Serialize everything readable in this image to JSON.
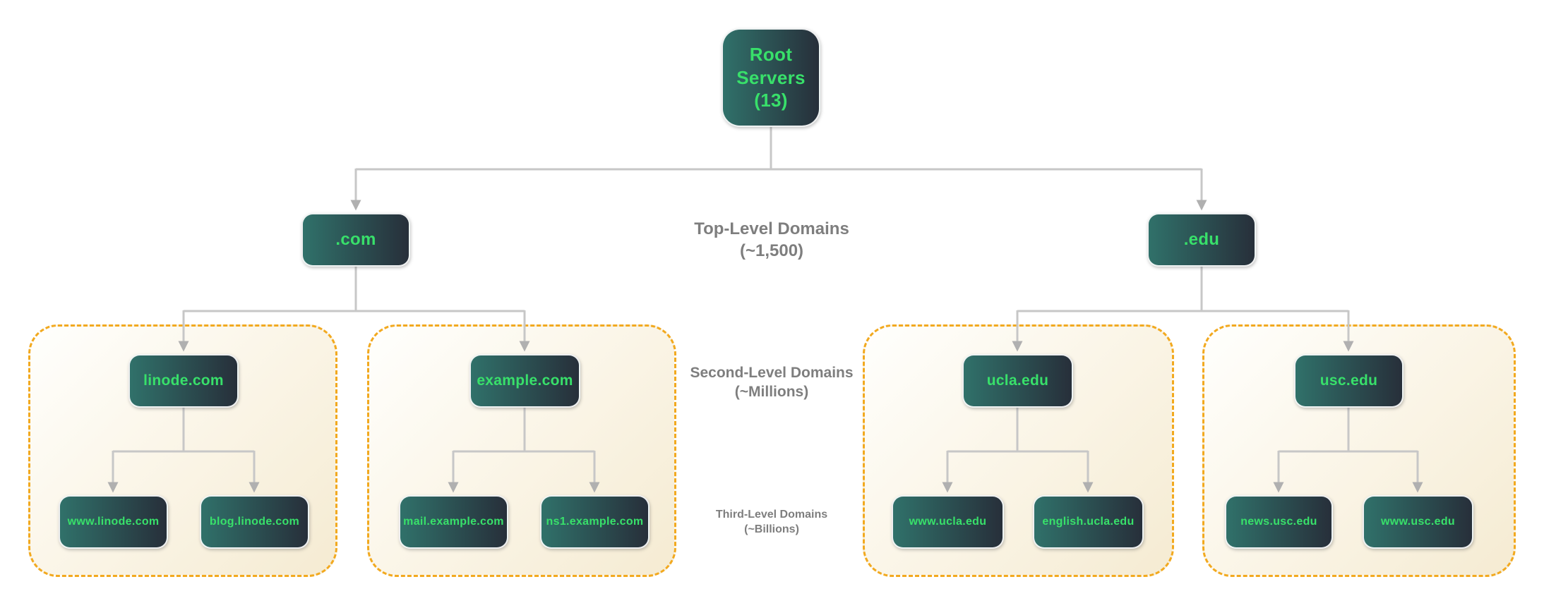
{
  "diagram_type": "dns-hierarchy-tree",
  "colors": {
    "node_gradient_start": "#30716a",
    "node_gradient_end": "#272f3a",
    "node_text_green": "#38e06a",
    "cluster_border": "#f2a91f",
    "cluster_bg_start": "#fffffd",
    "cluster_bg_end": "#f5ebd2",
    "edge_line": "#c7c7c7",
    "edge_arrow": "#b0b0b0",
    "level_label_gray": "#7e7e7e",
    "background": "#ffffff"
  },
  "nodes": {
    "root": "Root Servers (13)",
    "com": ".com",
    "edu": ".edu",
    "linode": "linode.com",
    "example": "example.com",
    "ucla": "ucla.edu",
    "usc": "usc.edu",
    "www_linode": "www.linode.com",
    "blog_linode": "blog.linode.com",
    "mail_example": "mail.example.com",
    "ns1_example": "ns1.example.com",
    "www_ucla": "www.ucla.edu",
    "english_ucla": "english.ucla.edu",
    "news_usc": "news.usc.edu",
    "www_usc": "www.usc.edu"
  },
  "level_labels": {
    "tld": {
      "title": "Top-Level Domains",
      "count": "(~1,500)"
    },
    "sld": {
      "title": "Second-Level Domains",
      "count": "(~Millions)"
    },
    "third": {
      "title": "Third-Level Domains",
      "count": "(~Billions)"
    }
  },
  "edges": [
    "root->com",
    "root->edu",
    "com->linode",
    "com->example",
    "edu->ucla",
    "edu->usc",
    "linode->www_linode",
    "linode->blog_linode",
    "example->mail_example",
    "example->ns1_example",
    "ucla->www_ucla",
    "ucla->english_ucla",
    "usc->news_usc",
    "usc->www_usc"
  ]
}
